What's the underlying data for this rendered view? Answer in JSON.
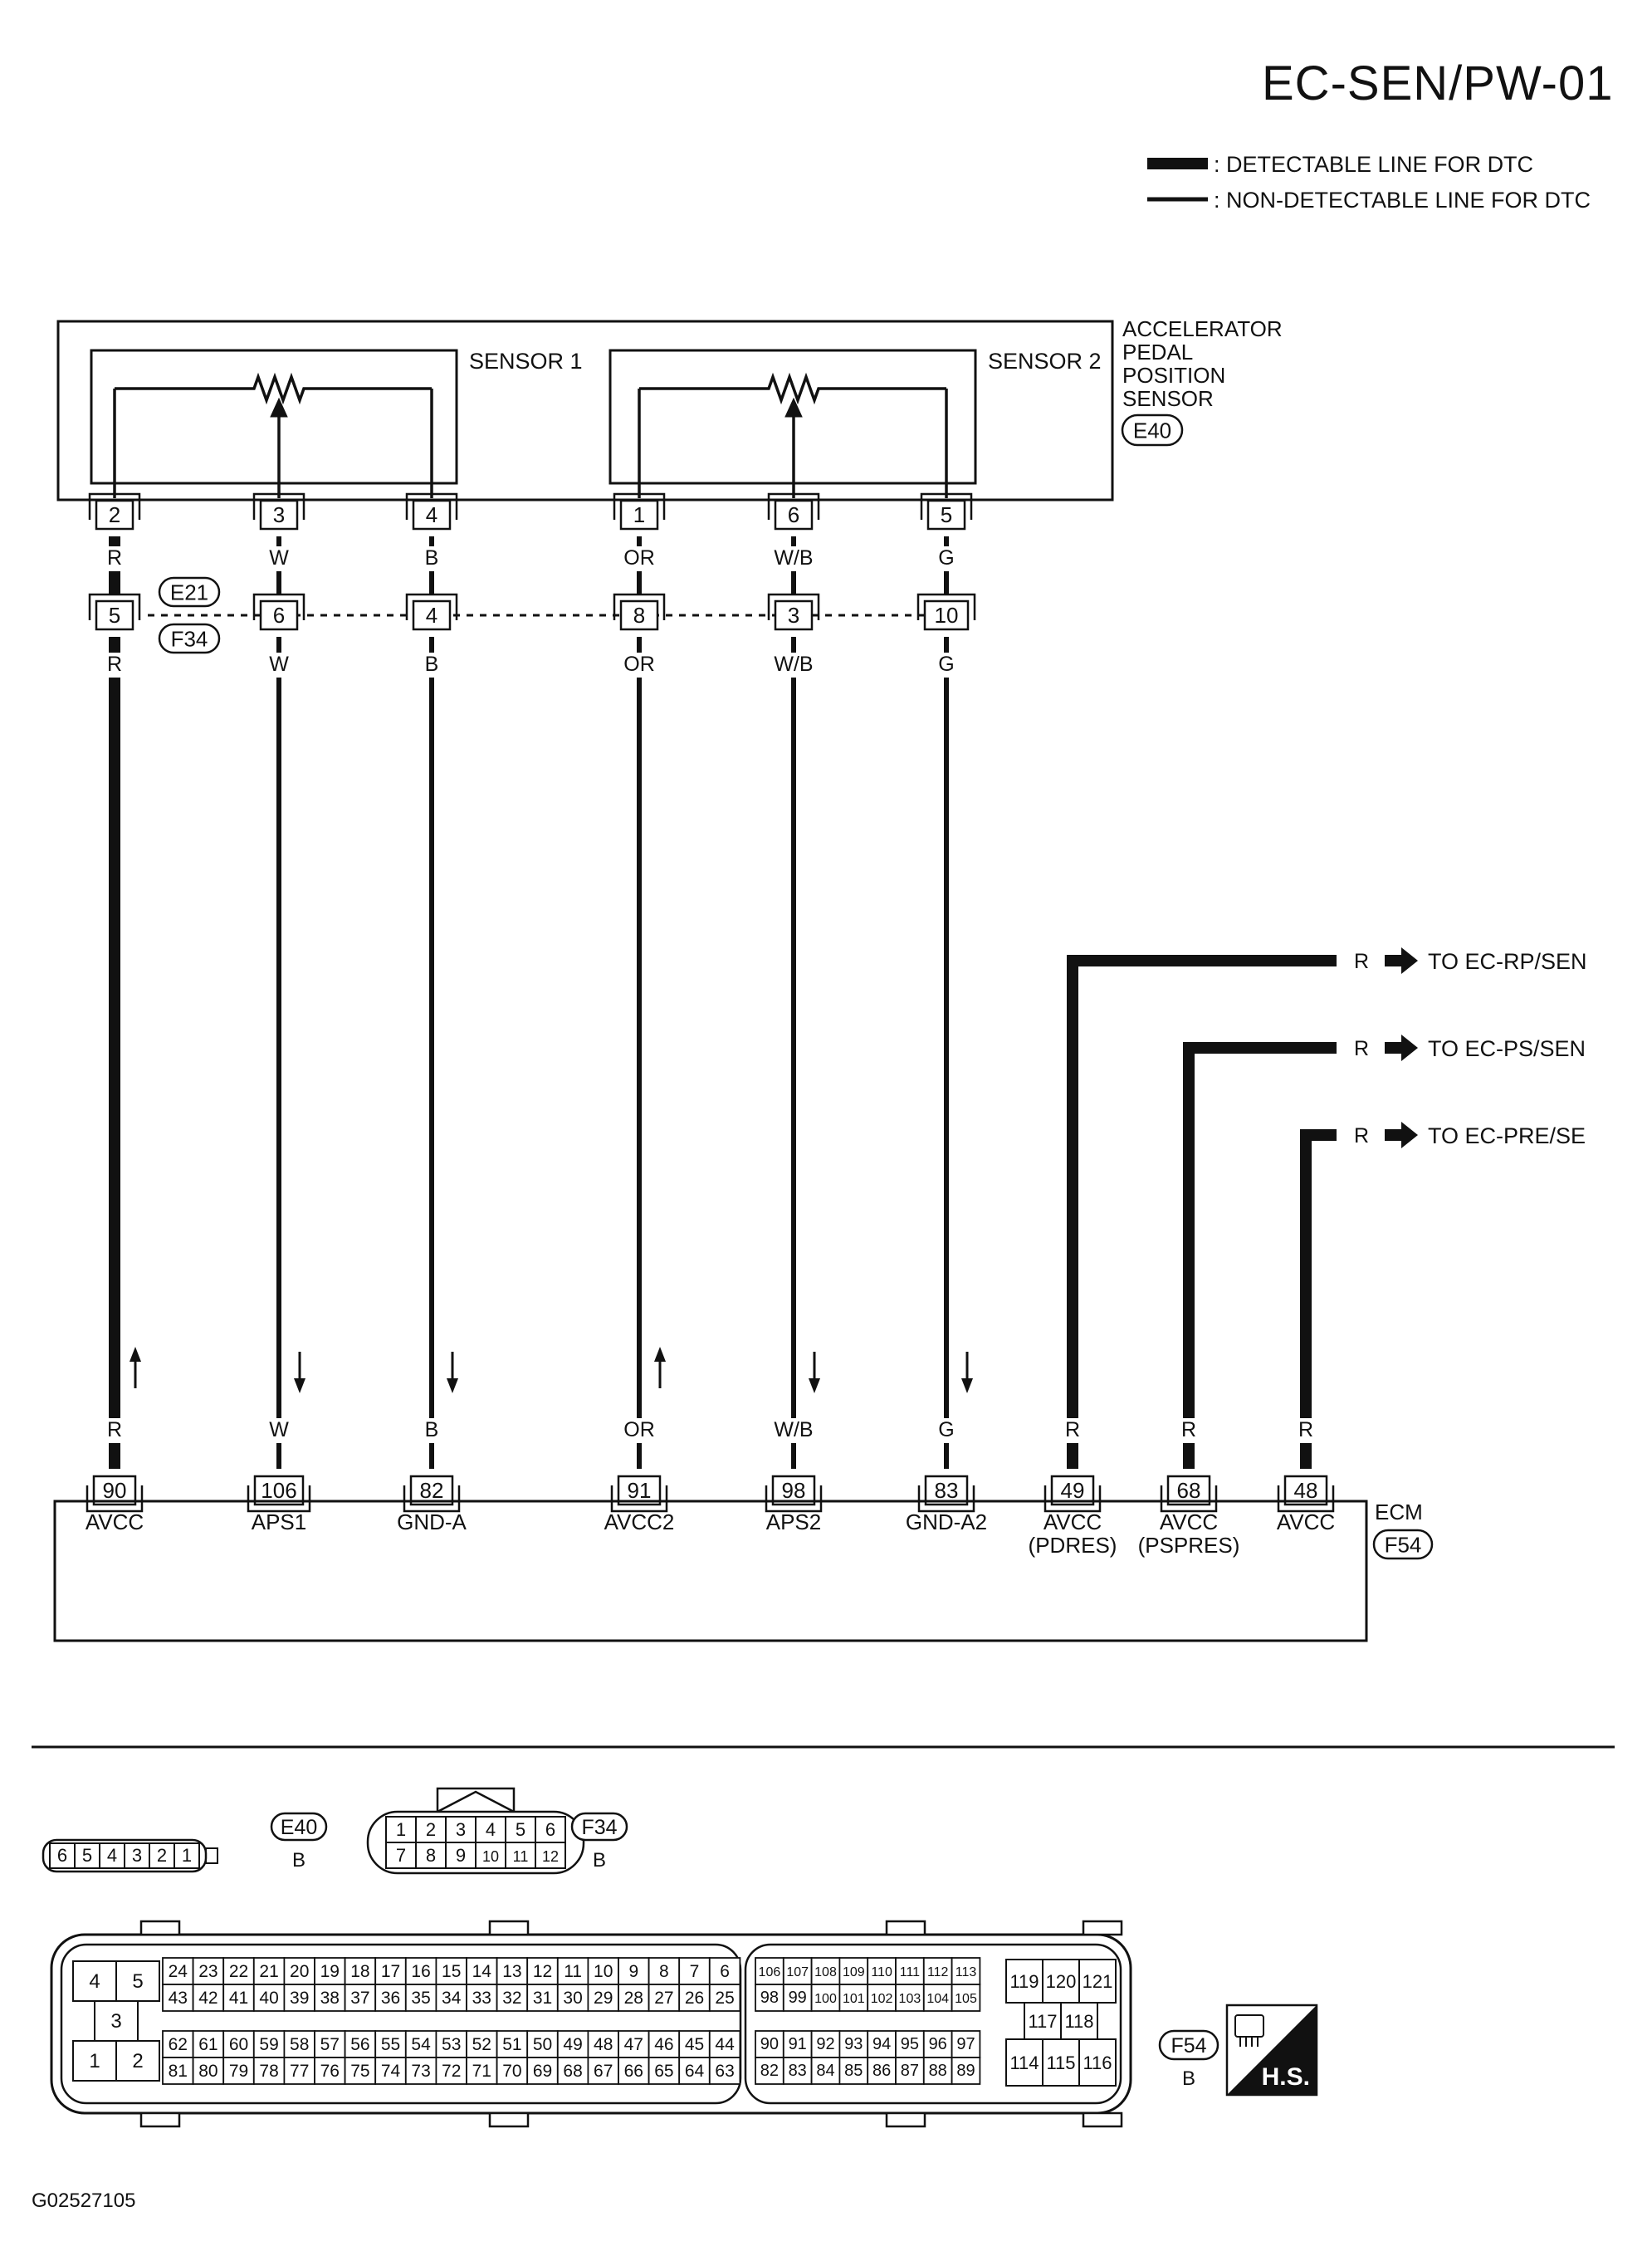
{
  "header": {
    "title": "EC-SEN/PW-01"
  },
  "legend": {
    "detectable": ": DETECTABLE LINE FOR DTC",
    "non_detectable": ": NON-DETECTABLE LINE FOR DTC"
  },
  "sensor": {
    "name_lines": [
      "ACCELERATOR",
      "PEDAL",
      "POSITION",
      "SENSOR"
    ],
    "connector": "E40",
    "sensor1_label": "SENSOR 1",
    "sensor2_label": "SENSOR 2"
  },
  "joint": {
    "connector_top": "E21",
    "connector_bottom": "F34"
  },
  "wires": [
    {
      "sensor_pin": "2",
      "color": "R",
      "joint_pin": "5",
      "ecm_pin": "90",
      "ecm_label": [
        "AVCC"
      ],
      "arrow": "up",
      "detectable": true
    },
    {
      "sensor_pin": "3",
      "color": "W",
      "joint_pin": "6",
      "ecm_pin": "106",
      "ecm_label": [
        "APS1"
      ],
      "arrow": "down",
      "detectable": false
    },
    {
      "sensor_pin": "4",
      "color": "B",
      "joint_pin": "4",
      "ecm_pin": "82",
      "ecm_label": [
        "GND-A"
      ],
      "arrow": "down",
      "detectable": false
    },
    {
      "sensor_pin": "1",
      "color": "OR",
      "joint_pin": "8",
      "ecm_pin": "91",
      "ecm_label": [
        "AVCC2"
      ],
      "arrow": "up",
      "detectable": false
    },
    {
      "sensor_pin": "6",
      "color": "W/B",
      "joint_pin": "3",
      "ecm_pin": "98",
      "ecm_label": [
        "APS2"
      ],
      "arrow": "down",
      "detectable": false
    },
    {
      "sensor_pin": "5",
      "color": "G",
      "joint_pin": "10",
      "ecm_pin": "83",
      "ecm_label": [
        "GND-A2"
      ],
      "arrow": "down",
      "detectable": false
    }
  ],
  "branch_wires": [
    {
      "color": "R",
      "ecm_pin": "49",
      "ecm_label": [
        "AVCC",
        "(PDRES)"
      ],
      "destination": "TO EC-RP/SEN"
    },
    {
      "color": "R",
      "ecm_pin": "68",
      "ecm_label": [
        "AVCC",
        "(PSPRES)"
      ],
      "destination": "TO EC-PS/SEN"
    },
    {
      "color": "R",
      "ecm_pin": "48",
      "ecm_label": [
        "AVCC"
      ],
      "destination": "TO EC-PRE/SE"
    }
  ],
  "ecm": {
    "name": "ECM",
    "connector": "F54"
  },
  "connector_views": {
    "e40": {
      "id": "E40",
      "color": "B",
      "pins": [
        "6",
        "5",
        "4",
        "3",
        "2",
        "1"
      ]
    },
    "f34": {
      "id": "F34",
      "color": "B",
      "row1": [
        "1",
        "2",
        "3",
        "4",
        "5",
        "6"
      ],
      "row2": [
        "7",
        "8",
        "9",
        "10",
        "11",
        "12"
      ]
    },
    "f54": {
      "id": "F54",
      "color": "B",
      "left_block": [
        "4",
        "5",
        "3",
        "1",
        "2"
      ],
      "row1": [
        "24",
        "23",
        "22",
        "21",
        "20",
        "19",
        "18",
        "17",
        "16",
        "15",
        "14",
        "13",
        "12",
        "11",
        "10",
        "9",
        "8",
        "7",
        "6"
      ],
      "row2": [
        "43",
        "42",
        "41",
        "40",
        "39",
        "38",
        "37",
        "36",
        "35",
        "34",
        "33",
        "32",
        "31",
        "30",
        "29",
        "28",
        "27",
        "26",
        "25"
      ],
      "row3": [
        "62",
        "61",
        "60",
        "59",
        "58",
        "57",
        "56",
        "55",
        "54",
        "53",
        "52",
        "51",
        "50",
        "49",
        "48",
        "47",
        "46",
        "45",
        "44"
      ],
      "row4": [
        "81",
        "80",
        "79",
        "78",
        "77",
        "76",
        "75",
        "74",
        "73",
        "72",
        "71",
        "70",
        "69",
        "68",
        "67",
        "66",
        "65",
        "64",
        "63"
      ],
      "mid_row1": [
        "106",
        "107",
        "108",
        "109",
        "110",
        "111",
        "112",
        "113"
      ],
      "mid_row2": [
        "98",
        "99",
        "100",
        "101",
        "102",
        "103",
        "104",
        "105"
      ],
      "mid_row3": [
        "90",
        "91",
        "92",
        "93",
        "94",
        "95",
        "96",
        "97"
      ],
      "mid_row4": [
        "82",
        "83",
        "84",
        "85",
        "86",
        "87",
        "88",
        "89"
      ],
      "right_top": [
        "119",
        "120",
        "121"
      ],
      "right_mid": [
        "117",
        "118"
      ],
      "right_bottom": [
        "114",
        "115",
        "116"
      ]
    },
    "hs_label": "H.S."
  },
  "footer": {
    "figure_id": "G02527105"
  }
}
